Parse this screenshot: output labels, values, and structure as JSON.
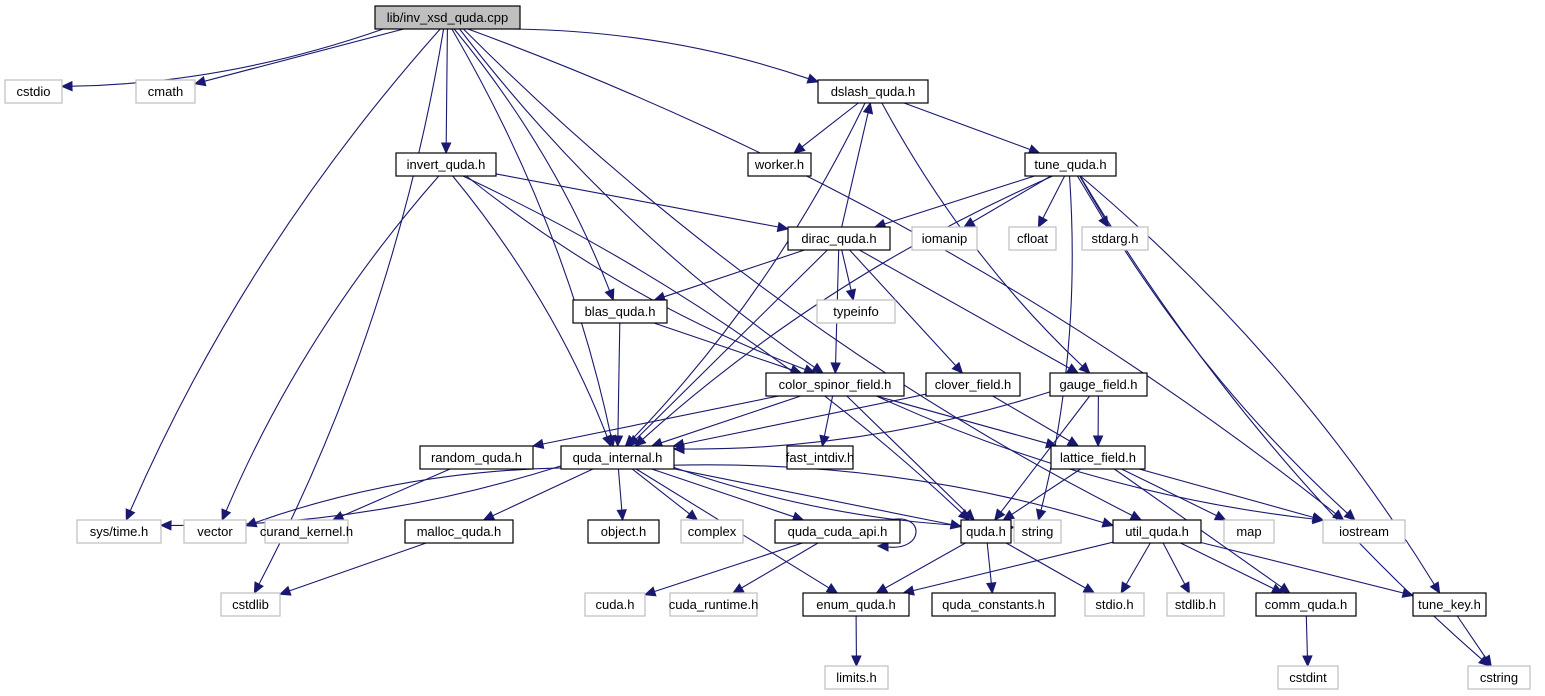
{
  "graph": {
    "title": "lib/inv_xsd_quda.cpp",
    "colors": {
      "edge": "#191970",
      "local_border": "#000000",
      "system_border": "#bfbfbf",
      "root_fill": "#bfbfbf"
    },
    "nodes": [
      {
        "id": "root",
        "label": "lib/inv_xsd_quda.cpp",
        "kind": "root"
      },
      {
        "id": "cstdio",
        "label": "cstdio",
        "kind": "system"
      },
      {
        "id": "cmath",
        "label": "cmath",
        "kind": "system"
      },
      {
        "id": "dslash_quda",
        "label": "dslash_quda.h",
        "kind": "local"
      },
      {
        "id": "invert_quda",
        "label": "invert_quda.h",
        "kind": "local"
      },
      {
        "id": "worker",
        "label": "worker.h",
        "kind": "local"
      },
      {
        "id": "tune_quda",
        "label": "tune_quda.h",
        "kind": "local"
      },
      {
        "id": "dirac_quda",
        "label": "dirac_quda.h",
        "kind": "local"
      },
      {
        "id": "iomanip",
        "label": "iomanip",
        "kind": "system"
      },
      {
        "id": "cfloat",
        "label": "cfloat",
        "kind": "system"
      },
      {
        "id": "stdarg",
        "label": "stdarg.h",
        "kind": "system"
      },
      {
        "id": "blas_quda",
        "label": "blas_quda.h",
        "kind": "local"
      },
      {
        "id": "typeinfo",
        "label": "typeinfo",
        "kind": "system"
      },
      {
        "id": "color_spinor_field",
        "label": "color_spinor_field.h",
        "kind": "local"
      },
      {
        "id": "clover_field",
        "label": "clover_field.h",
        "kind": "local"
      },
      {
        "id": "gauge_field",
        "label": "gauge_field.h",
        "kind": "local"
      },
      {
        "id": "random_quda",
        "label": "random_quda.h",
        "kind": "local"
      },
      {
        "id": "quda_internal",
        "label": "quda_internal.h",
        "kind": "local"
      },
      {
        "id": "fast_intdiv",
        "label": "fast_intdiv.h",
        "kind": "local"
      },
      {
        "id": "lattice_field",
        "label": "lattice_field.h",
        "kind": "local"
      },
      {
        "id": "systime",
        "label": "sys/time.h",
        "kind": "system"
      },
      {
        "id": "vector",
        "label": "vector",
        "kind": "system"
      },
      {
        "id": "curand_kernel",
        "label": "curand_kernel.h",
        "kind": "system"
      },
      {
        "id": "malloc_quda",
        "label": "malloc_quda.h",
        "kind": "local"
      },
      {
        "id": "object",
        "label": "object.h",
        "kind": "local"
      },
      {
        "id": "complex",
        "label": "complex",
        "kind": "system"
      },
      {
        "id": "quda_cuda_api",
        "label": "quda_cuda_api.h",
        "kind": "local"
      },
      {
        "id": "quda",
        "label": "quda.h",
        "kind": "local"
      },
      {
        "id": "string",
        "label": "string",
        "kind": "system"
      },
      {
        "id": "util_quda",
        "label": "util_quda.h",
        "kind": "local"
      },
      {
        "id": "map",
        "label": "map",
        "kind": "system"
      },
      {
        "id": "iostream",
        "label": "iostream",
        "kind": "system"
      },
      {
        "id": "cstdlib",
        "label": "cstdlib",
        "kind": "system"
      },
      {
        "id": "cuda",
        "label": "cuda.h",
        "kind": "system"
      },
      {
        "id": "cuda_runtime",
        "label": "cuda_runtime.h",
        "kind": "system"
      },
      {
        "id": "enum_quda",
        "label": "enum_quda.h",
        "kind": "local"
      },
      {
        "id": "quda_constants",
        "label": "quda_constants.h",
        "kind": "local"
      },
      {
        "id": "stdio",
        "label": "stdio.h",
        "kind": "system"
      },
      {
        "id": "stdlib",
        "label": "stdlib.h",
        "kind": "system"
      },
      {
        "id": "comm_quda",
        "label": "comm_quda.h",
        "kind": "local"
      },
      {
        "id": "tune_key",
        "label": "tune_key.h",
        "kind": "local"
      },
      {
        "id": "limits",
        "label": "limits.h",
        "kind": "system"
      },
      {
        "id": "cstdint",
        "label": "cstdint",
        "kind": "system"
      },
      {
        "id": "cstring",
        "label": "cstring",
        "kind": "system"
      }
    ],
    "edges": [
      [
        "root",
        "cstdio"
      ],
      [
        "root",
        "cmath"
      ],
      [
        "root",
        "dslash_quda"
      ],
      [
        "root",
        "invert_quda"
      ],
      [
        "root",
        "blas_quda"
      ],
      [
        "root",
        "color_spinor_field"
      ],
      [
        "root",
        "quda_internal"
      ],
      [
        "root",
        "systime"
      ],
      [
        "root",
        "cstdlib"
      ],
      [
        "root",
        "util_quda"
      ],
      [
        "root",
        "iostream"
      ],
      [
        "dslash_quda",
        "worker"
      ],
      [
        "dslash_quda",
        "tune_quda"
      ],
      [
        "dslash_quda",
        "gauge_field"
      ],
      [
        "dslash_quda",
        "quda_internal"
      ],
      [
        "tune_quda",
        "dirac_quda"
      ],
      [
        "tune_quda",
        "iomanip"
      ],
      [
        "tune_quda",
        "cfloat"
      ],
      [
        "tune_quda",
        "stdarg"
      ],
      [
        "tune_quda",
        "quda_internal"
      ],
      [
        "tune_quda",
        "string"
      ],
      [
        "tune_quda",
        "iostream"
      ],
      [
        "tune_quda",
        "tune_key"
      ],
      [
        "tune_quda",
        "cstring"
      ],
      [
        "invert_quda",
        "dirac_quda"
      ],
      [
        "invert_quda",
        "color_spinor_field"
      ],
      [
        "invert_quda",
        "quda_internal"
      ],
      [
        "invert_quda",
        "vector"
      ],
      [
        "invert_quda",
        "quda"
      ],
      [
        "dirac_quda",
        "dslash_quda"
      ],
      [
        "dirac_quda",
        "blas_quda"
      ],
      [
        "dirac_quda",
        "typeinfo"
      ],
      [
        "dirac_quda",
        "color_spinor_field"
      ],
      [
        "dirac_quda",
        "clover_field"
      ],
      [
        "dirac_quda",
        "gauge_field"
      ],
      [
        "dirac_quda",
        "quda_internal"
      ],
      [
        "blas_quda",
        "color_spinor_field"
      ],
      [
        "blas_quda",
        "quda_internal"
      ],
      [
        "color_spinor_field",
        "quda_internal"
      ],
      [
        "color_spinor_field",
        "random_quda"
      ],
      [
        "color_spinor_field",
        "fast_intdiv"
      ],
      [
        "color_spinor_field",
        "lattice_field"
      ],
      [
        "color_spinor_field",
        "quda"
      ],
      [
        "color_spinor_field",
        "iostream"
      ],
      [
        "clover_field",
        "quda_internal"
      ],
      [
        "clover_field",
        "lattice_field"
      ],
      [
        "gauge_field",
        "quda_internal"
      ],
      [
        "gauge_field",
        "lattice_field"
      ],
      [
        "gauge_field",
        "quda"
      ],
      [
        "lattice_field",
        "quda"
      ],
      [
        "lattice_field",
        "map"
      ],
      [
        "lattice_field",
        "iostream"
      ],
      [
        "lattice_field",
        "comm_quda"
      ],
      [
        "random_quda",
        "curand_kernel"
      ],
      [
        "quda_internal",
        "systime"
      ],
      [
        "quda_internal",
        "vector"
      ],
      [
        "quda_internal",
        "malloc_quda"
      ],
      [
        "quda_internal",
        "object"
      ],
      [
        "quda_internal",
        "complex"
      ],
      [
        "quda_internal",
        "quda_cuda_api"
      ],
      [
        "quda_internal",
        "quda"
      ],
      [
        "quda_internal",
        "string"
      ],
      [
        "quda_internal",
        "util_quda"
      ],
      [
        "quda_internal",
        "enum_quda"
      ],
      [
        "malloc_quda",
        "cstdlib"
      ],
      [
        "quda_cuda_api",
        "quda_cuda_api"
      ],
      [
        "quda_cuda_api",
        "cuda"
      ],
      [
        "quda_cuda_api",
        "cuda_runtime"
      ],
      [
        "quda",
        "enum_quda"
      ],
      [
        "quda",
        "quda_constants"
      ],
      [
        "quda",
        "stdio"
      ],
      [
        "util_quda",
        "enum_quda"
      ],
      [
        "util_quda",
        "stdio"
      ],
      [
        "util_quda",
        "stdlib"
      ],
      [
        "util_quda",
        "comm_quda"
      ],
      [
        "util_quda",
        "tune_key"
      ],
      [
        "enum_quda",
        "limits"
      ],
      [
        "comm_quda",
        "cstdint"
      ],
      [
        "tune_key",
        "cstring"
      ]
    ]
  }
}
